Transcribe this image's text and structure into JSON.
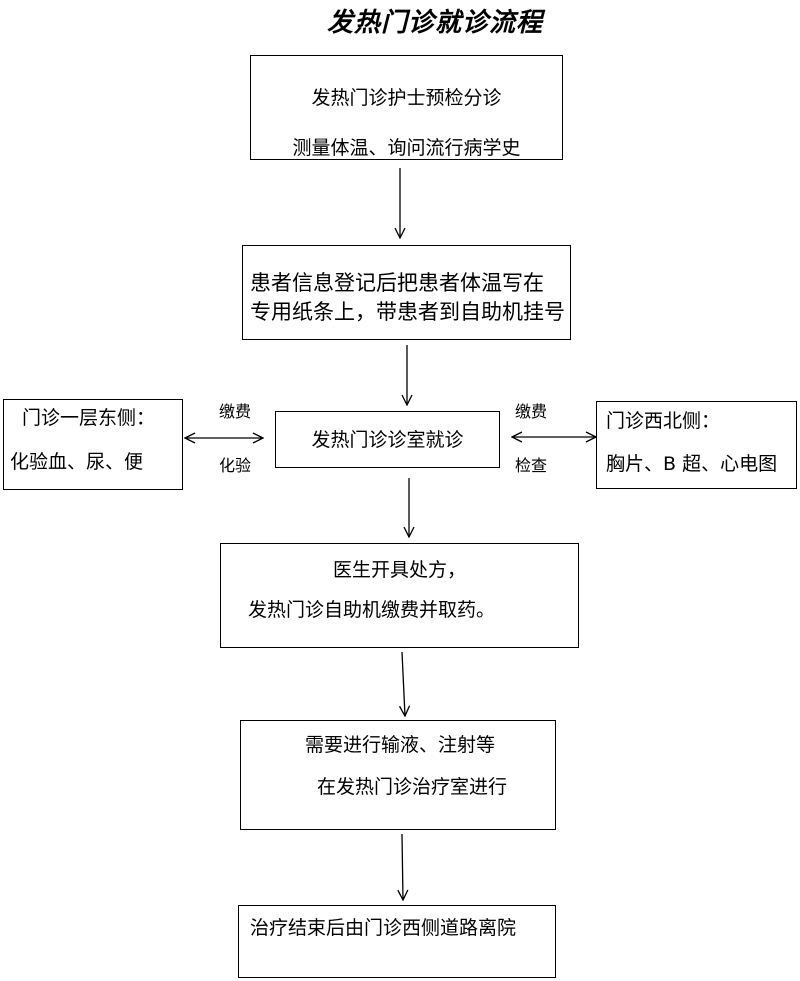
{
  "title": "发热门诊就诊流程",
  "flow": {
    "step1": {
      "line1": "发热门诊护士预检分诊",
      "line2": "测量体温、询问流行病学史"
    },
    "step2": {
      "line1": "患者信息登记后把患者体温写在",
      "line2": "专用纸条上，带患者到自助机挂号"
    },
    "step3": {
      "line1": "发热门诊诊室就诊"
    },
    "step4": {
      "line1": "医生开具处方，",
      "line2": "发热门诊自助机缴费并取药。"
    },
    "step5": {
      "line1": "需要进行输液、注射等",
      "line2": "在发热门诊治疗室进行"
    },
    "step6": {
      "line1": "治疗结束后由门诊西侧道路离院"
    }
  },
  "branches": {
    "left": {
      "line1": "门诊一层东侧：",
      "line2": "化验血、尿、便",
      "label_top": "缴费",
      "label_bottom": "化验"
    },
    "right": {
      "line1": "门诊西北侧：",
      "line2": "胸片、B 超、心电图",
      "label_top": "缴费",
      "label_bottom": "检查"
    }
  }
}
